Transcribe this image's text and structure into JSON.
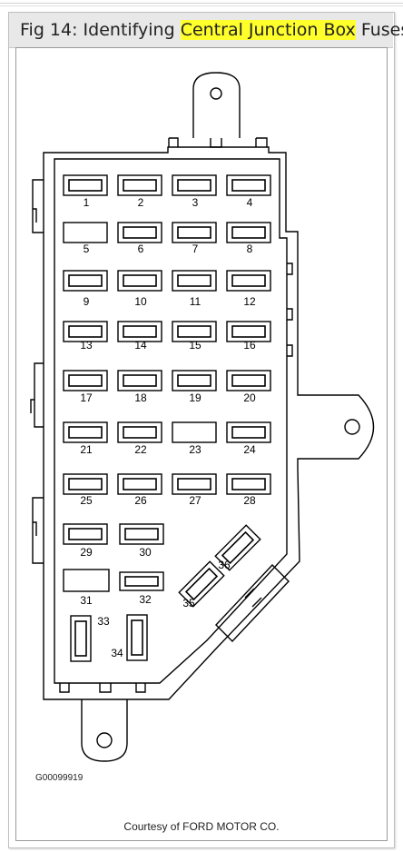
{
  "figure": {
    "title_prefix": "Fig 14: Identifying ",
    "title_highlight": "Central Junction Box",
    "title_suffix": " Fuses",
    "highlight_color": "#ffff2b",
    "figure_id": "G00099919",
    "credit": "Courtesy of FORD MOTOR CO."
  },
  "fuse_labels": [
    "1",
    "2",
    "3",
    "4",
    "5",
    "6",
    "7",
    "8",
    "9",
    "10",
    "11",
    "12",
    "13",
    "14",
    "15",
    "16",
    "17",
    "18",
    "19",
    "20",
    "21",
    "22",
    "23",
    "24",
    "25",
    "26",
    "27",
    "28",
    "29",
    "30",
    "31",
    "32",
    "33",
    "34",
    "35",
    "36"
  ],
  "empty_slots": [
    "5",
    "23",
    "31"
  ]
}
